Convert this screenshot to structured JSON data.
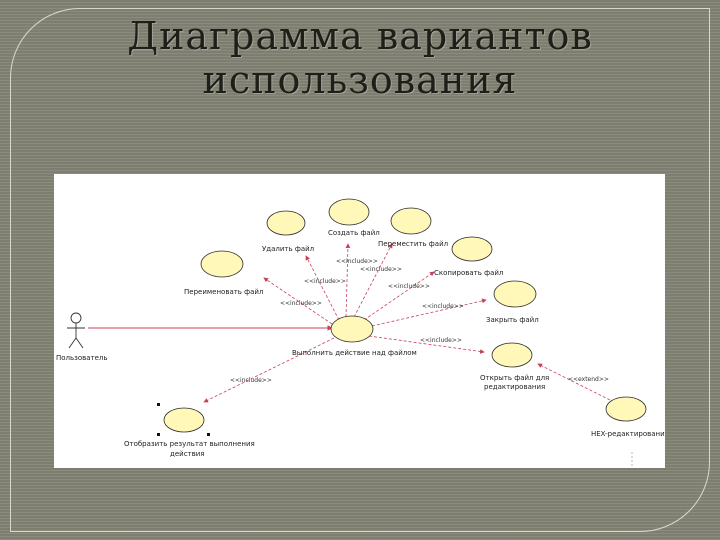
{
  "slide": {
    "title_line1": "Диаграмма вариантов",
    "title_line2": "использования"
  },
  "diagram": {
    "actors": {
      "user": "Пользователь",
      "hex": "HEX-редактирование"
    },
    "use_cases": {
      "create": "Создать файл",
      "delete": "Удалить файл",
      "move": "Переместить файл",
      "rename": "Переименовать файл",
      "copy": "Скопировать файл",
      "close": "Закрыть файл",
      "main": "Выполнить действие над файлом",
      "open_edit_1": "Открыть файл для",
      "open_edit_2": "редактирования",
      "show_1": "Отобразить результат выполнения",
      "show_2": "действия"
    },
    "relation_label": "<<include>>",
    "relation_label_ext": "<<extend>>"
  }
}
